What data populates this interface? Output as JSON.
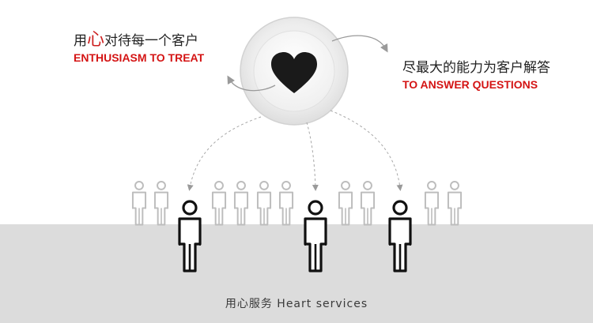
{
  "left_caption": {
    "cn_prefix": "用",
    "cn_accent": "心",
    "cn_suffix": "对待每一个客户",
    "en": "ENTHUSIASM TO TREAT"
  },
  "right_caption": {
    "cn": "尽最大的能力为客户解答",
    "en": "TO ANSWER QUESTIONS"
  },
  "footer": "用心服务 Heart services",
  "icons": {
    "center": "heart-icon",
    "people": "person-icon"
  },
  "colors": {
    "accent_red": "#d41414",
    "heart": "#1a1a1a",
    "floor": "#dcdcdc",
    "figure_faded": "#bdbdbd",
    "figure_main": "#111111"
  }
}
